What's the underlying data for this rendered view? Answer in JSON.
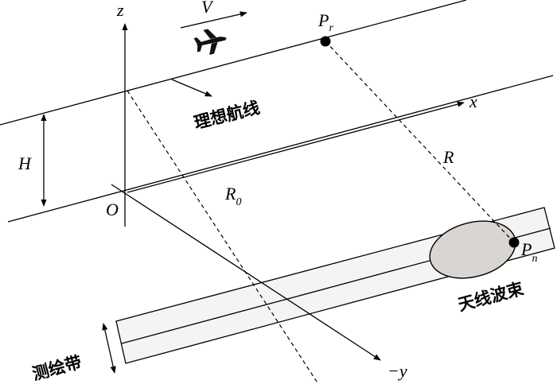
{
  "labels": {
    "z": "z",
    "x": "x",
    "neg_y": "−y",
    "velocity": "V",
    "p_r_main": "P",
    "p_r_sub": "r",
    "p_n_main": "P",
    "p_n_sub": "n",
    "range": "R",
    "r0_main": "R",
    "r0_sub": "0",
    "height": "H",
    "origin": "O",
    "ideal_track": "理想航线",
    "antenna_beam": "天线波束",
    "swath": "测绘带"
  },
  "colors": {
    "line": "#000000",
    "swath_fill": "#f4f4f4",
    "beam_fill": "#d9d6d2",
    "background": "#ffffff"
  },
  "icons": {
    "aircraft": "airplane-icon"
  }
}
